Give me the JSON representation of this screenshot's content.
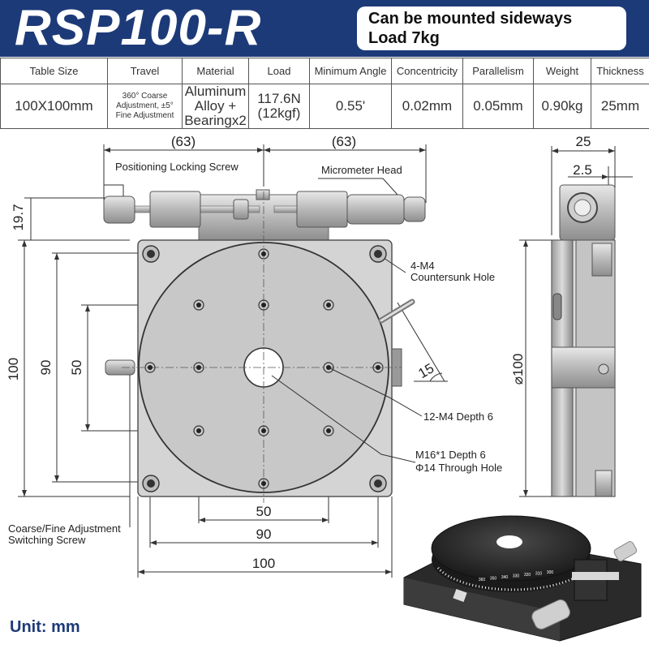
{
  "model": "RSP100-R",
  "notes": [
    "Can be mounted sideways",
    "Load 7kg"
  ],
  "spec_headers": [
    "Table Size",
    "Travel",
    "Material",
    "Load",
    "Minimum Angle",
    "Concentricity",
    "Parallelism",
    "Weight",
    "Thickness"
  ],
  "spec_values": [
    "100X100mm",
    "360° Coarse Adjustment, ±5° Fine Adjustment",
    "Aluminum Alloy + Bearingx2",
    "117.6N (12kgf)",
    "0.55'",
    "0.02mm",
    "0.05mm",
    "0.90kg",
    "25mm"
  ],
  "callouts": {
    "locking_screw": "Positioning Locking Screw",
    "micrometer": "Micrometer Head",
    "countersunk_1": "4-M4",
    "countersunk_2": "Countersunk Hole",
    "holes_m4": "12-M4 Depth 6",
    "center_1": "M16*1 Depth 6",
    "center_2": "Φ14 Through Hole",
    "switch_1": "Coarse/Fine Adjustment",
    "switch_2": "Switching Screw"
  },
  "dimensions": {
    "top_left": "(63)",
    "top_right": "(63)",
    "height_19_7": "19.7",
    "left_100": "100",
    "left_90": "90",
    "left_50": "50",
    "bottom_50": "50",
    "bottom_90": "90",
    "bottom_100": "100",
    "angle_15": "15",
    "side_25": "25",
    "side_2_5": "2.5",
    "side_dia": "⌀100"
  },
  "dial_numbers": [
    "360",
    "350",
    "340",
    "330",
    "320",
    "310",
    "300"
  ],
  "unit_label": "Unit: mm"
}
